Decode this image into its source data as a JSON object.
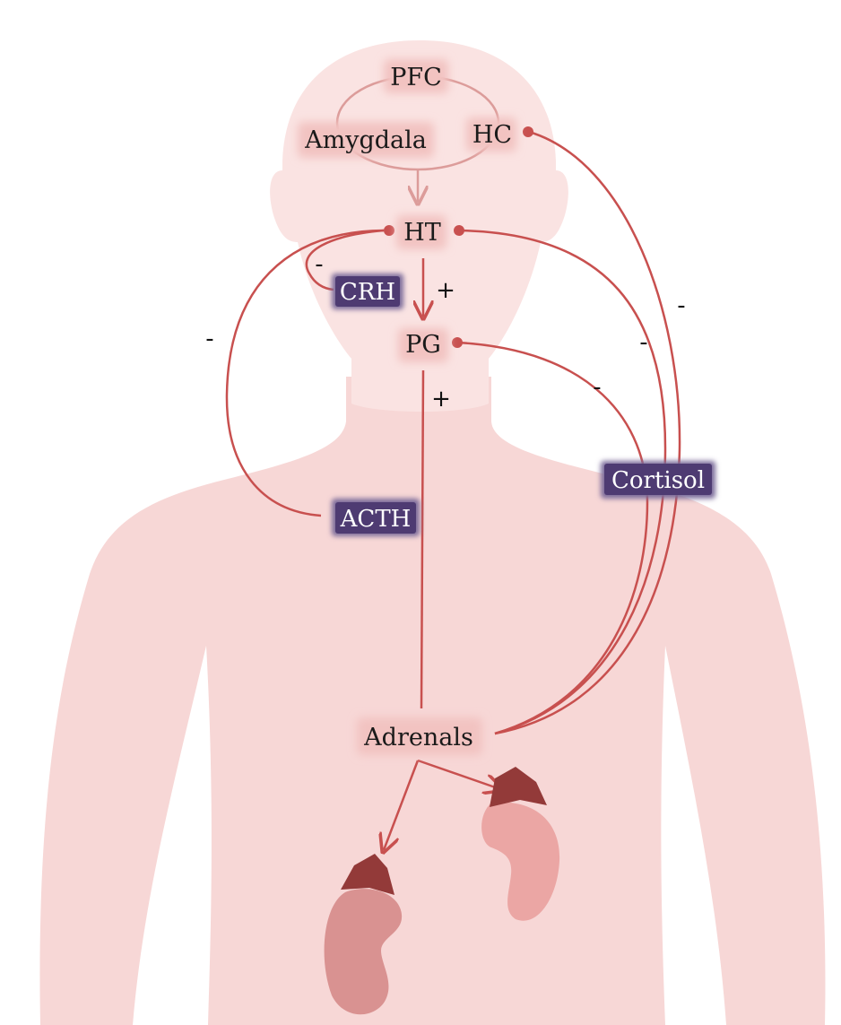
{
  "nodes": {
    "pfc": "PFC",
    "amygdala": "Amygdala",
    "hc": "HC",
    "ht": "HT",
    "pg": "PG",
    "adrenals": "Adrenals"
  },
  "hormones": {
    "crh": "CRH",
    "acth": "ACTH",
    "cortisol": "Cortisol"
  },
  "signs": {
    "crh_feedback": "-",
    "acth_feedback": "-",
    "ht_to_pg": "+",
    "pg_to_adrenals": "+",
    "cortisol_to_hc": "-",
    "cortisol_to_ht": "-",
    "cortisol_to_pg": "-"
  },
  "colors": {
    "body": "#f7d7d6",
    "head": "#fae3e2",
    "connector": "#c8504f",
    "connector_light": "#dc9c9a",
    "hormone_box": "#4e3b72",
    "adrenal_gland": "#933a39",
    "kidney_left": "#d99291",
    "kidney_right": "#eba6a4",
    "label_glow": "#f2c3c1"
  }
}
